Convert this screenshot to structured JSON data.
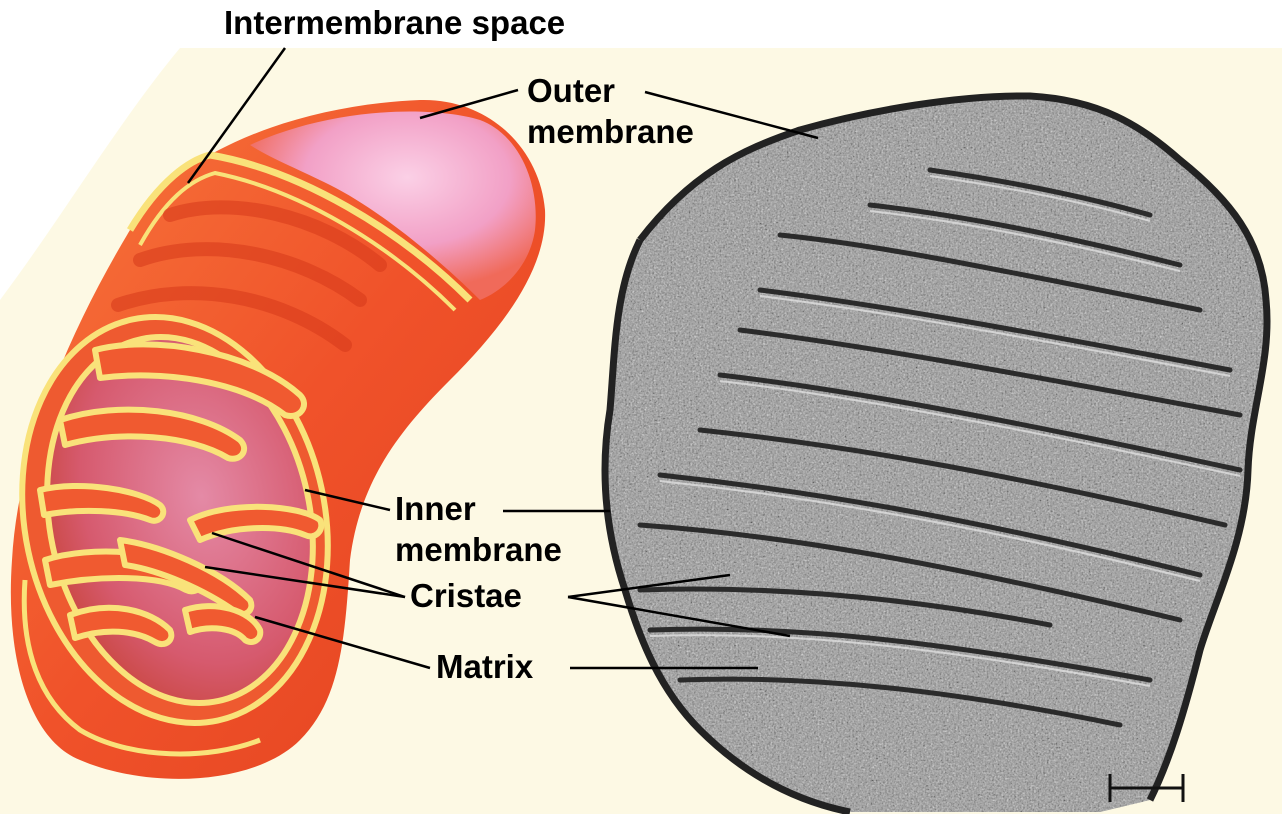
{
  "labels": {
    "intermembrane_space": "Intermembrane space",
    "outer_membrane_line1": "Outer",
    "outer_membrane_line2": "membrane",
    "inner_membrane_line1": "Inner",
    "inner_membrane_line2": "membrane",
    "cristae": "Cristae",
    "matrix": "Matrix"
  },
  "colors": {
    "page_background": "#ffffff",
    "panel_background": "#fdf9e4",
    "outer_membrane": "#f0522a",
    "membrane_highlight": "#f9e27a",
    "matrix_fill": "#d9667a",
    "outer_membrane_shine": "#f3a3c8",
    "micrograph_gray": "#8a8a8a",
    "label_text": "#000000"
  }
}
